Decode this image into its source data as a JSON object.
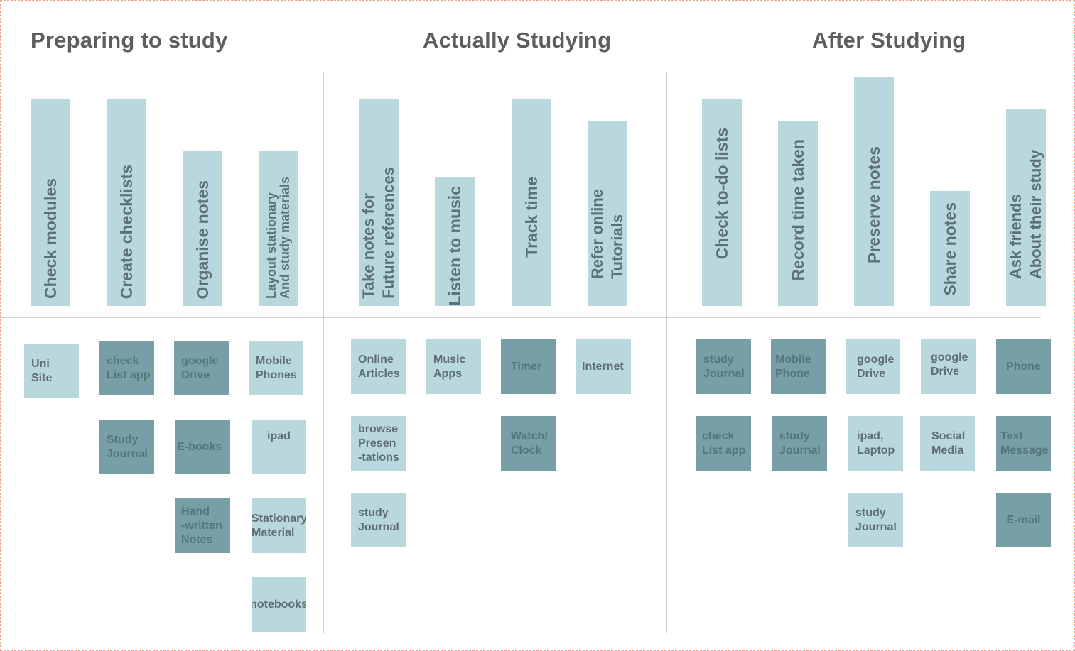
{
  "phases": [
    {
      "title": "Preparing to study",
      "activities": [
        "Check modules",
        "Create checklists",
        "Organise notes",
        "Layout stationary\nAnd study materials"
      ],
      "tools": [
        [
          "Uni\nSite"
        ],
        [
          "check\nList app",
          "Study\nJournal"
        ],
        [
          "google\nDrive",
          "E-books",
          "Hand\n-written\nNotes"
        ],
        [
          "Mobile\nPhones",
          "ipad",
          "Stationary\nMaterial",
          "notebooks"
        ]
      ]
    },
    {
      "title": "Actually Studying",
      "activities": [
        "Take notes for\nFuture references",
        "Listen to music",
        "Track time",
        "Refer online\nTutorials"
      ],
      "tools": [
        [
          "Online\nArticles",
          "browse\nPresen\n-tations",
          "study\nJournal"
        ],
        [
          "Music\nApps"
        ],
        [
          "Timer",
          "Watch/\nClock"
        ],
        [
          "Internet"
        ]
      ]
    },
    {
      "title": "After Studying",
      "activities": [
        "Check to-do lists",
        "Record time taken",
        "Preserve notes",
        "Share notes",
        "Ask friends\nAbout their study"
      ],
      "tools": [
        [
          "study\nJournal",
          "check\nList app"
        ],
        [
          "Mobile\nPhone",
          "study\nJournal"
        ],
        [
          "google\nDrive",
          "ipad,\nLaptop",
          "study\nJournal"
        ],
        [
          "google\nDrive",
          "Social\nMedia"
        ],
        [
          "Phone",
          "Text\nMessage",
          "E-mail"
        ]
      ]
    }
  ],
  "colors": {
    "activity": "#b8d8de",
    "tool_light": "#b8d8de",
    "tool_dark": "#76a0a6",
    "heading_text": "#5e5e5e",
    "frame_border": "#e8a08a"
  }
}
